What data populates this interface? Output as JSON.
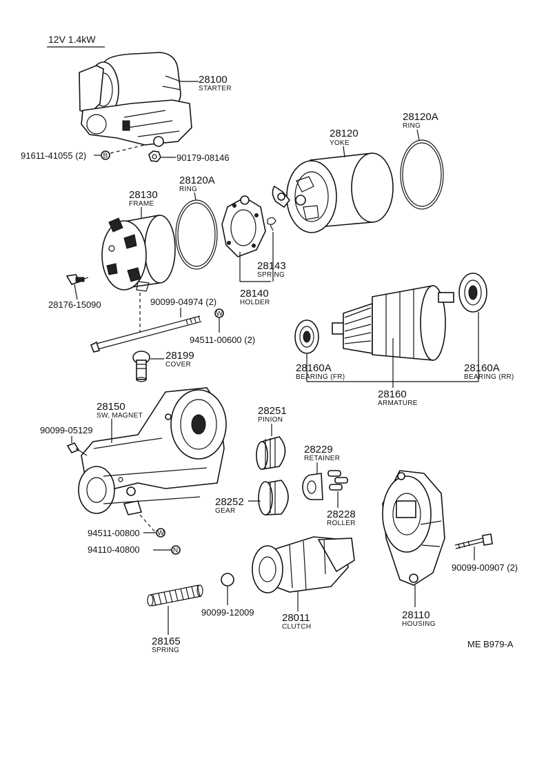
{
  "header": {
    "spec": "12V 1.4kW"
  },
  "parts": {
    "starter": {
      "number": "28100",
      "name": "STARTER"
    },
    "ring_top": {
      "number": "28120A",
      "name": "RING"
    },
    "yoke": {
      "number": "28120",
      "name": "YOKE"
    },
    "bolt_starter": {
      "number": "91611-41055 (2)",
      "symbol": "B"
    },
    "nut_starter": {
      "number": "90179-08146"
    },
    "frame": {
      "number": "28130",
      "name": "FRAME"
    },
    "ring_frame": {
      "number": "28120A",
      "name": "RING"
    },
    "spring_holder": {
      "number": "28143",
      "name": "SPRING"
    },
    "holder": {
      "number": "28140",
      "name": "HOLDER"
    },
    "screw_frame": {
      "number": "28176-15090"
    },
    "through_bolt": {
      "number": "90099-04974 (2)"
    },
    "washer_bolt": {
      "number": "94511-00600 (2)",
      "symbol": "W"
    },
    "cover": {
      "number": "28199",
      "name": "COVER"
    },
    "bearing_fr": {
      "number": "28160A",
      "name": "BEARING (FR)"
    },
    "bearing_rr": {
      "number": "28160A",
      "name": "BEARING (RR)"
    },
    "armature": {
      "number": "28160",
      "name": "ARMATURE"
    },
    "magnet_switch": {
      "number": "28150",
      "name": "SW, MAGNET"
    },
    "bolt_switch": {
      "number": "90099-05129"
    },
    "pinion": {
      "number": "28251",
      "name": "PINION"
    },
    "retainer": {
      "number": "28229",
      "name": "RETAINER"
    },
    "gear": {
      "number": "28252",
      "name": "GEAR"
    },
    "roller": {
      "number": "28228",
      "name": "ROLLER"
    },
    "washer_switch": {
      "number": "94511-00800",
      "symbol": "W"
    },
    "nut_switch": {
      "number": "94110-40800",
      "symbol": "N"
    },
    "housing_bolt": {
      "number": "90099-00907 (2)"
    },
    "ball": {
      "number": "90099-12009"
    },
    "clutch": {
      "number": "28011",
      "name": "CLUTCH"
    },
    "housing": {
      "number": "28110",
      "name": "HOUSING"
    },
    "spring_clutch": {
      "number": "28165",
      "name": "SPRING"
    }
  },
  "footer": {
    "code": "ME  B979-A"
  }
}
